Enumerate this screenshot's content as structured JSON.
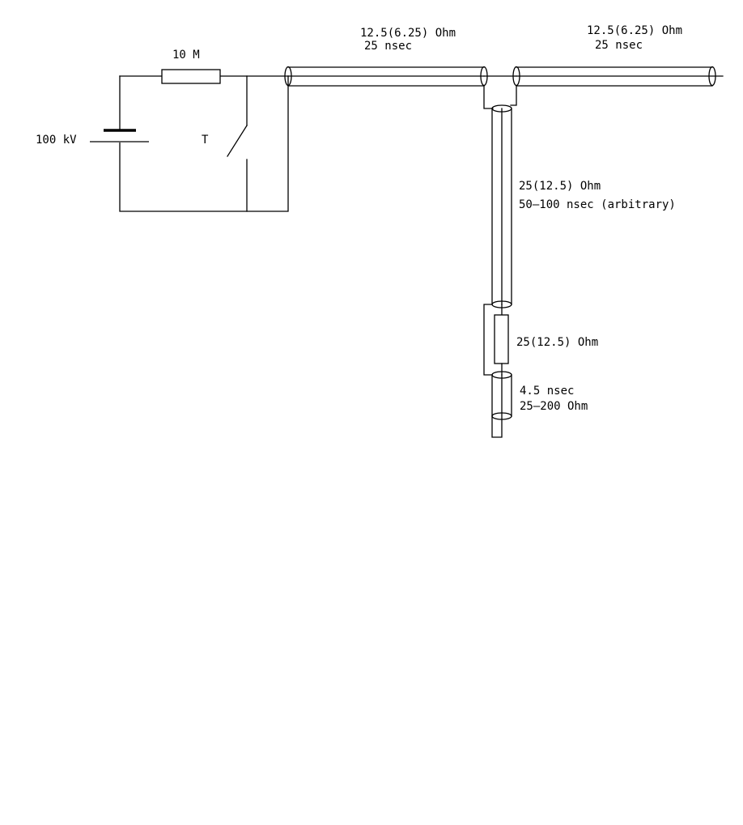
{
  "labels": {
    "source_voltage": "100 kV",
    "charging_resistor": "10 M",
    "switch": "T",
    "line1_impedance": "12.5(6.25)  Ohm",
    "line1_delay": "25  nsec",
    "line2_impedance": "12.5(6.25)  Ohm",
    "line2_delay": "25  nsec",
    "line3_impedance": "25(12.5)  Ohm",
    "line3_delay": "50—100  nsec  (arbitrary)",
    "load_resistor": "25(12.5)  Ohm",
    "line4_delay": "4.5  nsec",
    "line4_impedance": "25—200  Ohm"
  }
}
